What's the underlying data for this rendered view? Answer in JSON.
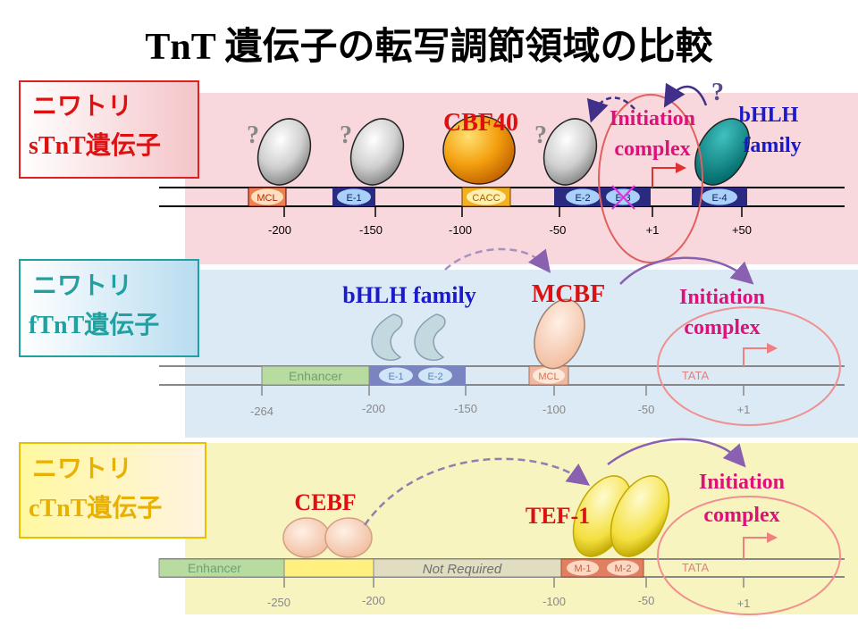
{
  "title": "TnT 遺伝子の転写調節領域の比較",
  "colors": {
    "panel1_bg": "#f8d8dc",
    "panel2_bg": "#dceaf6",
    "panel3_bg": "#f8f4c0",
    "label1_border": "#e02020",
    "label2_border": "#20a0a0",
    "label3_border": "#e8c000",
    "red_text": "#dd1111",
    "blue_text": "#1a1acc",
    "magenta_text": "#e0107a",
    "teal_protein": "#008c8c"
  },
  "panels": [
    {
      "label_line1": "ニワトリ",
      "label_line2": "sTnT遺伝子",
      "elements": [
        "MCL",
        "E-1",
        "CACC",
        "E-2",
        "E-3",
        "E-4"
      ],
      "ticks": [
        "-200",
        "-150",
        "-100",
        "-50",
        "+1",
        "+50"
      ],
      "question": "?",
      "factor_cbf40": "CBF40",
      "factor_bhlh_1": "bHLH",
      "factor_bhlh_2": "family",
      "initiation_1": "Initiation",
      "initiation_2": "complex"
    },
    {
      "label_line1": "ニワトリ",
      "label_line2": "fTnT遺伝子",
      "elements": [
        "Enhancer",
        "E-1",
        "E-2",
        "MCL",
        "TATA"
      ],
      "ticks": [
        "-264",
        "-200",
        "-150",
        "-100",
        "-50",
        "+1"
      ],
      "factor_bhlh": "bHLH family",
      "factor_mcbf": "MCBF",
      "initiation_1": "Initiation",
      "initiation_2": "complex"
    },
    {
      "label_line1": "ニワトリ",
      "label_line2": "cTnT遺伝子",
      "elements": [
        "Enhancer",
        "Not Required",
        "M-1",
        "M-2",
        "TATA"
      ],
      "ticks": [
        "-250",
        "-200",
        "-100",
        "-50",
        "+1"
      ],
      "factor_cebf": "CEBF",
      "factor_tef": "TEF-1",
      "initiation_1": "Initiation",
      "initiation_2": "complex"
    }
  ]
}
